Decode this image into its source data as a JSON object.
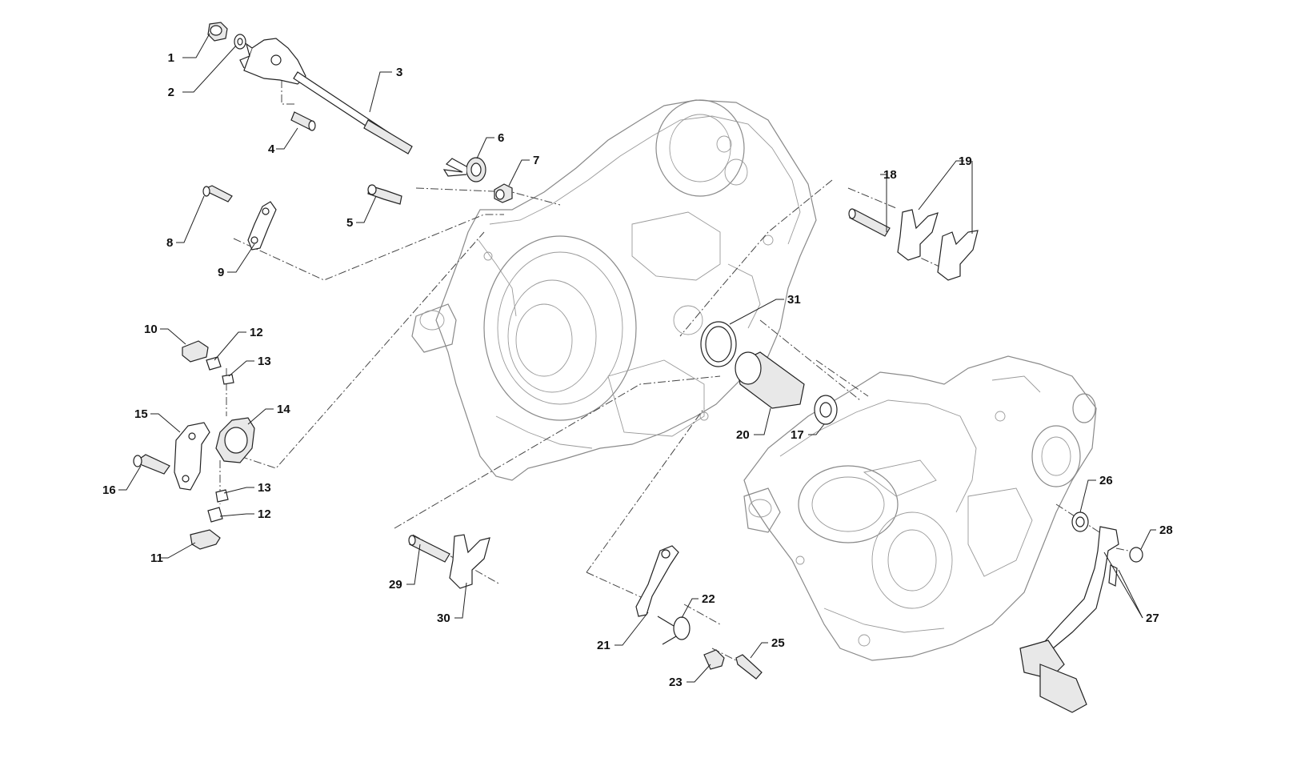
{
  "callouts": [
    {
      "id": "c1",
      "label": "1"
    },
    {
      "id": "c2",
      "label": "2"
    },
    {
      "id": "c3",
      "label": "3"
    },
    {
      "id": "c4",
      "label": "4"
    },
    {
      "id": "c5",
      "label": "5"
    },
    {
      "id": "c6",
      "label": "6"
    },
    {
      "id": "c7",
      "label": "7"
    },
    {
      "id": "c8",
      "label": "8"
    },
    {
      "id": "c9",
      "label": "9"
    },
    {
      "id": "c10",
      "label": "10"
    },
    {
      "id": "c12a",
      "label": "12"
    },
    {
      "id": "c13a",
      "label": "13"
    },
    {
      "id": "c14",
      "label": "14"
    },
    {
      "id": "c15",
      "label": "15"
    },
    {
      "id": "c16",
      "label": "16"
    },
    {
      "id": "c13b",
      "label": "13"
    },
    {
      "id": "c12b",
      "label": "12"
    },
    {
      "id": "c11",
      "label": "11"
    },
    {
      "id": "c18",
      "label": "18"
    },
    {
      "id": "c19",
      "label": "19"
    },
    {
      "id": "c31",
      "label": "31"
    },
    {
      "id": "c20",
      "label": "20"
    },
    {
      "id": "c17",
      "label": "17"
    },
    {
      "id": "c26",
      "label": "26"
    },
    {
      "id": "c28",
      "label": "28"
    },
    {
      "id": "c27",
      "label": "27"
    },
    {
      "id": "c29",
      "label": "29"
    },
    {
      "id": "c30",
      "label": "30"
    },
    {
      "id": "c21",
      "label": "21"
    },
    {
      "id": "c22",
      "label": "22"
    },
    {
      "id": "c23",
      "label": "23"
    },
    {
      "id": "c25",
      "label": "25"
    }
  ]
}
